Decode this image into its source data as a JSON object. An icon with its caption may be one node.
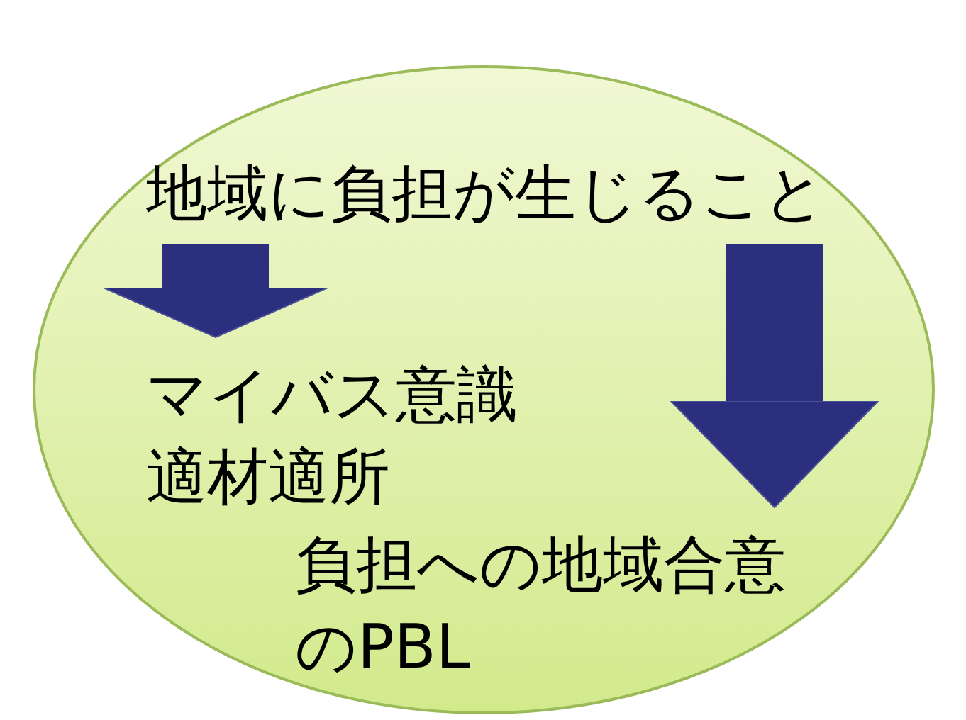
{
  "diagram": {
    "nodes": [
      {
        "text": [],
        "shape": "ellipse"
      },
      {
        "text": [
          "地域に負担が生じること"
        ],
        "in": 0
      },
      {
        "text": [
          "マイバス意識",
          "適材適所"
        ],
        "in": 0
      },
      {
        "text": [
          "負担への地域合意のPBL"
        ],
        "in": 0
      }
    ],
    "edges": [
      {
        "from": 1,
        "to": 2,
        "arrow": "to"
      },
      {
        "from": 1,
        "to": 3,
        "arrow": "to"
      }
    ]
  }
}
